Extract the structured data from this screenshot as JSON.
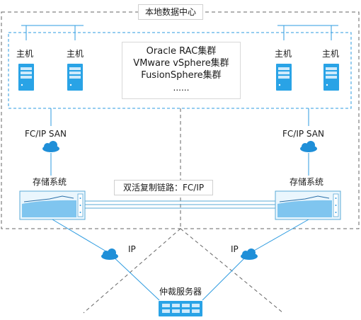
{
  "datacenter": {
    "title": "本地数据中心"
  },
  "cluster_box": {
    "lines": [
      "Oracle RAC集群",
      "VMware vSphere集群",
      "FusionSphere集群",
      "......"
    ]
  },
  "hosts": {
    "left": [
      "主机",
      "主机"
    ],
    "right": [
      "主机",
      "主机"
    ]
  },
  "san": {
    "left": "FC/IP SAN",
    "right": "FC/IP SAN"
  },
  "storage": {
    "left": "存储系统",
    "right": "存储系统"
  },
  "replication": {
    "label": "双活复制链路：FC/IP"
  },
  "network": {
    "left_ip": "IP",
    "right_ip": "IP"
  },
  "quorum": {
    "label": "仲裁服务器"
  },
  "colors": {
    "accent": "#2d9be0",
    "server_fill": "#29a3e6",
    "dashed_line": "#555555",
    "link_line": "#5aa9d6"
  },
  "icons": {
    "host": "server-icon",
    "cloud": "cloud-icon",
    "storage": "storage-array-icon",
    "quorum": "quorum-server-icon"
  }
}
